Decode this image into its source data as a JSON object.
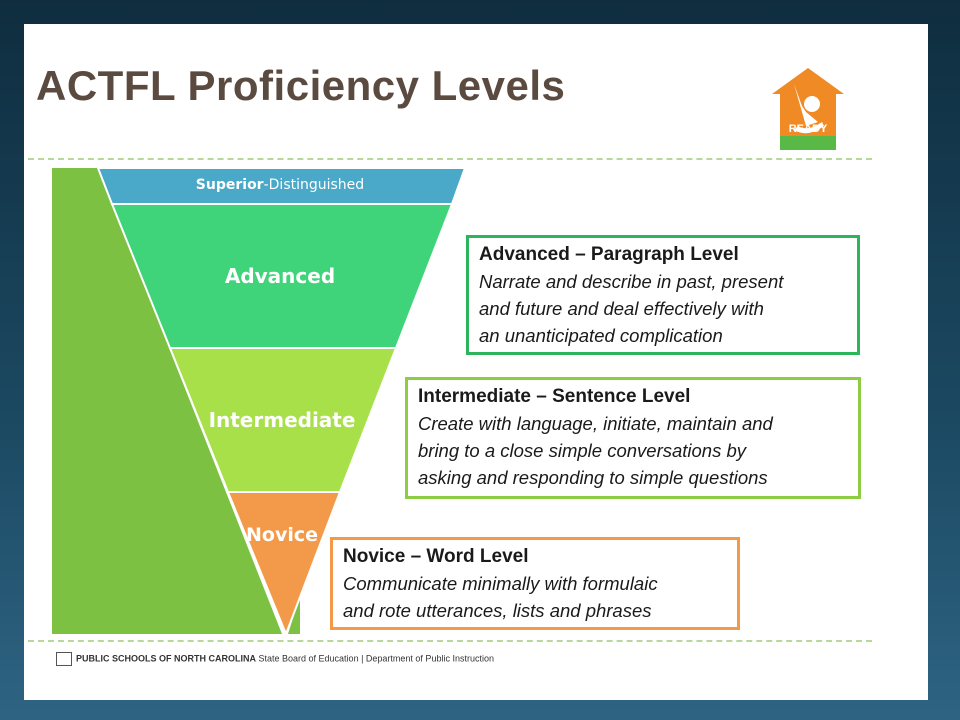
{
  "title": "ACTFL Proficiency Levels",
  "logo": {
    "label": "READY",
    "icon": "house-reading-child-icon"
  },
  "pyramid": {
    "superior": {
      "strong": "Superior",
      "rest": "-Distinguished"
    },
    "advanced": "Advanced",
    "intermediate": "Intermediate",
    "novice": "Novice"
  },
  "boxes": [
    {
      "heading": "Advanced – Paragraph Level",
      "lines": [
        "Narrate and describe in past, present",
        "and future and deal effectively with",
        "an unanticipated  complication"
      ]
    },
    {
      "heading": "Intermediate – Sentence Level",
      "lines": [
        "Create with language, initiate, maintain and",
        "bring to a close simple conversations by",
        "asking and responding to simple questions"
      ]
    },
    {
      "heading": "Novice – Word Level",
      "lines": [
        "Communicate minimally with formulaic",
        "and rote utterances, lists and phrases"
      ]
    }
  ],
  "footer": {
    "strong": "PUBLIC SCHOOLS OF NORTH CAROLINA",
    "rest": " State Board of Education | Department of Public Instruction"
  },
  "colors": {
    "superior": "#4aa8c8",
    "advanced": "#3fd47a",
    "intermediate": "#a8e04a",
    "novice": "#f39a4a",
    "green_wedge": "#7cc142",
    "title": "#5b4a40"
  }
}
